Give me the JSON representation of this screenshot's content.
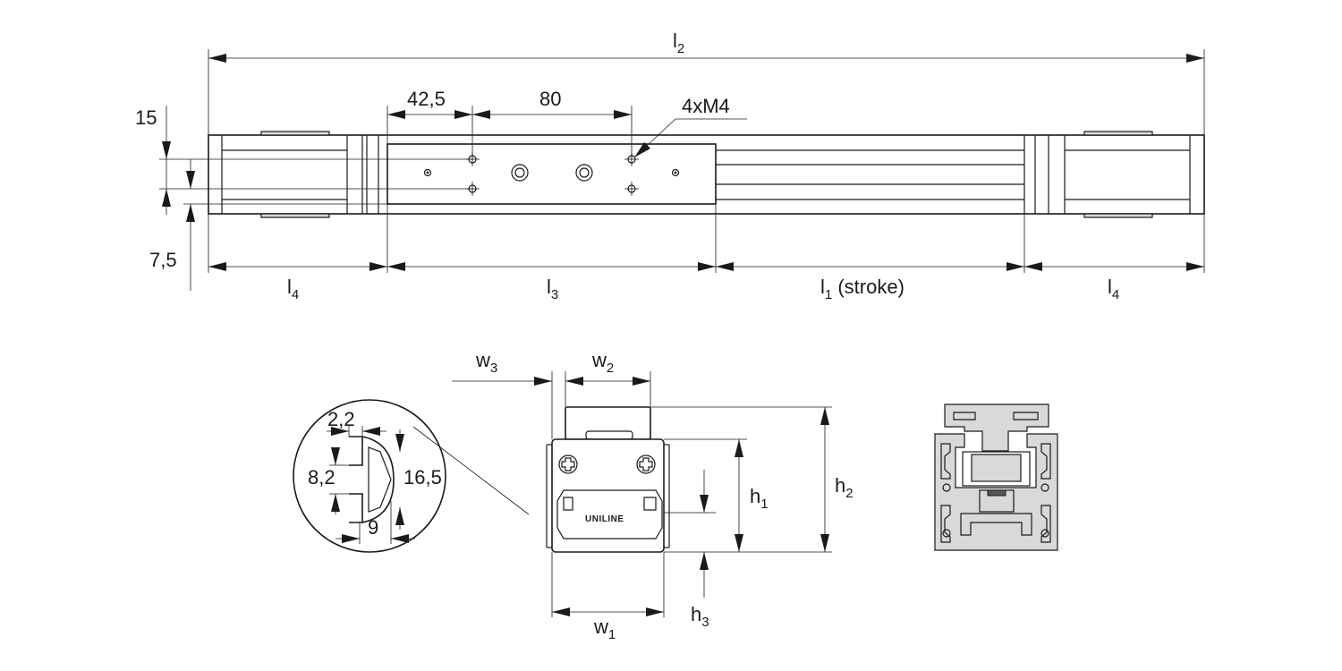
{
  "top_view": {
    "l2": {
      "main": "l",
      "sub": "2"
    },
    "l4_left": {
      "main": "l",
      "sub": "4"
    },
    "l3": {
      "main": "l",
      "sub": "3"
    },
    "l1": {
      "main": "l",
      "sub": "1",
      "suffix": " (stroke)"
    },
    "l4_right": {
      "main": "l",
      "sub": "4"
    },
    "dim_42_5": "42,5",
    "dim_80": "80",
    "dim_4xM4": "4xM4",
    "dim_15": "15",
    "dim_7_5": "7,5"
  },
  "detail_view": {
    "dim_2_2": "2,2",
    "dim_8_2": "8,2",
    "dim_16_5": "16,5",
    "dim_9": "9"
  },
  "end_view": {
    "w3": {
      "main": "w",
      "sub": "3"
    },
    "w2": {
      "main": "w",
      "sub": "2"
    },
    "w1": {
      "main": "w",
      "sub": "1"
    },
    "h1": {
      "main": "h",
      "sub": "1"
    },
    "h2": {
      "main": "h",
      "sub": "2"
    },
    "h3": {
      "main": "h",
      "sub": "3"
    },
    "logo_text": "UNILINE"
  }
}
